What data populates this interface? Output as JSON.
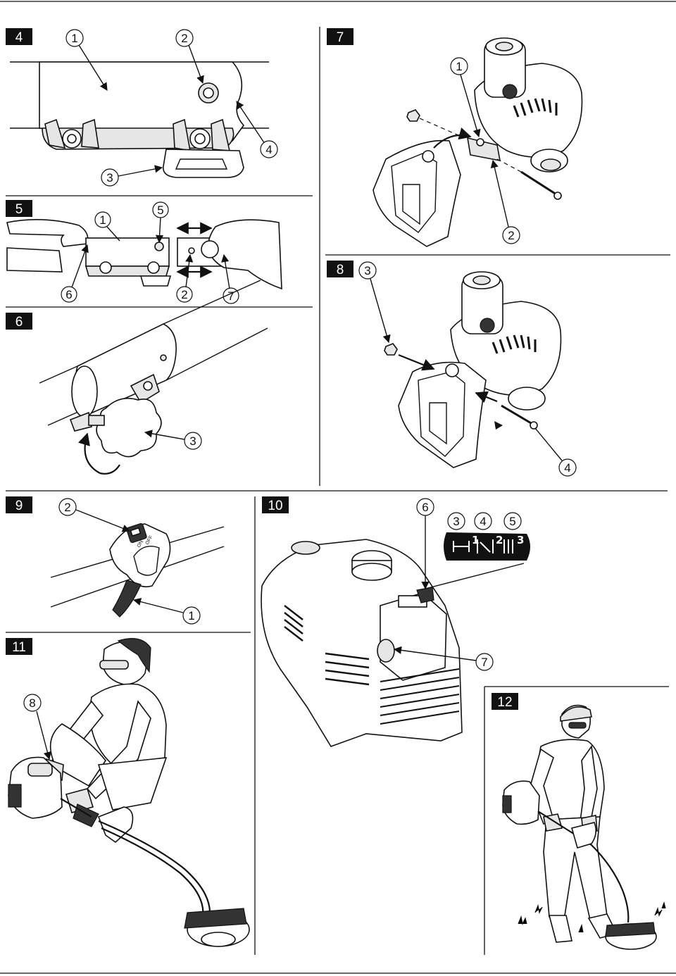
{
  "panels": [
    {
      "id": "4",
      "label": "4"
    },
    {
      "id": "5",
      "label": "5"
    },
    {
      "id": "6",
      "label": "6"
    },
    {
      "id": "7",
      "label": "7"
    },
    {
      "id": "8",
      "label": "8"
    },
    {
      "id": "9",
      "label": "9"
    },
    {
      "id": "10",
      "label": "10"
    },
    {
      "id": "11",
      "label": "11"
    },
    {
      "id": "12",
      "label": "12"
    }
  ],
  "callouts": {
    "p4": [
      "1",
      "2",
      "3",
      "4"
    ],
    "p5": [
      "1",
      "5",
      "6",
      "2",
      "7"
    ],
    "p6": [
      "3"
    ],
    "p7": [
      "1",
      "2"
    ],
    "p8": [
      "3",
      "4"
    ],
    "p9": [
      "2",
      "1"
    ],
    "p10": [
      "6",
      "3",
      "4",
      "5",
      "7"
    ],
    "p11": [
      "8"
    ]
  },
  "switch_labels": {
    "on": "ON",
    "off": "OFF"
  },
  "choke_symbols": [
    "1",
    "2",
    "3"
  ]
}
